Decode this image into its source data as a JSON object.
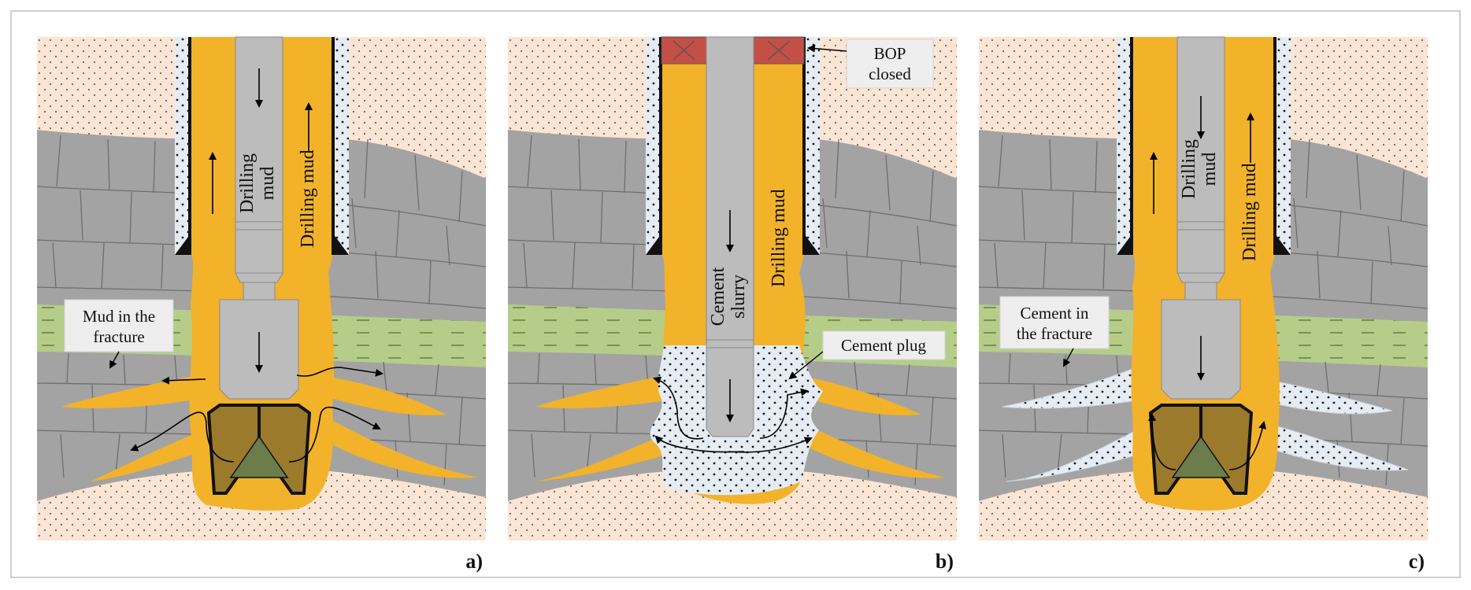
{
  "colors": {
    "surface_sand": "#fbe5d5",
    "rock_gray": "#a3a3a3",
    "rock_joints": "#6e6e6e",
    "shale_green": "#b6cd8a",
    "drilling_mud": "#f2b22a",
    "drill_pipe": "#bcbcbc",
    "casing_cement": "#e6ecf4",
    "bop": "#c44f47",
    "bit_gold": "#9c7a2c",
    "bit_green": "#6b7d4a",
    "cement_dots": "#1a1a1a"
  },
  "panels": [
    {
      "id": "a",
      "tag": "a)",
      "pipe_label_line1": "Drilling",
      "pipe_label_line2": "mud",
      "annulus_label": "Drilling mud",
      "callout_line1": "Mud in the",
      "callout_line2": "fracture",
      "fracture_fill": "mud",
      "flow_arrows": "down-pipe-up-annulus"
    },
    {
      "id": "b",
      "tag": "b)",
      "pipe_label_line1": "Cement",
      "pipe_label_line2": "slurry",
      "annulus_label": "Drilling mud",
      "bop_line1": "BOP",
      "bop_line2": "closed",
      "callout": "Cement plug",
      "fracture_fill": "mud",
      "flow_arrows": "down-pipe-into-fractures"
    },
    {
      "id": "c",
      "tag": "c)",
      "pipe_label_line1": "Drilling",
      "pipe_label_line2": "mud",
      "annulus_label": "Drilling mud",
      "callout_line1": "Cement in",
      "callout_line2": "the fracture",
      "fracture_fill": "cement",
      "flow_arrows": "down-pipe-up-annulus"
    }
  ]
}
